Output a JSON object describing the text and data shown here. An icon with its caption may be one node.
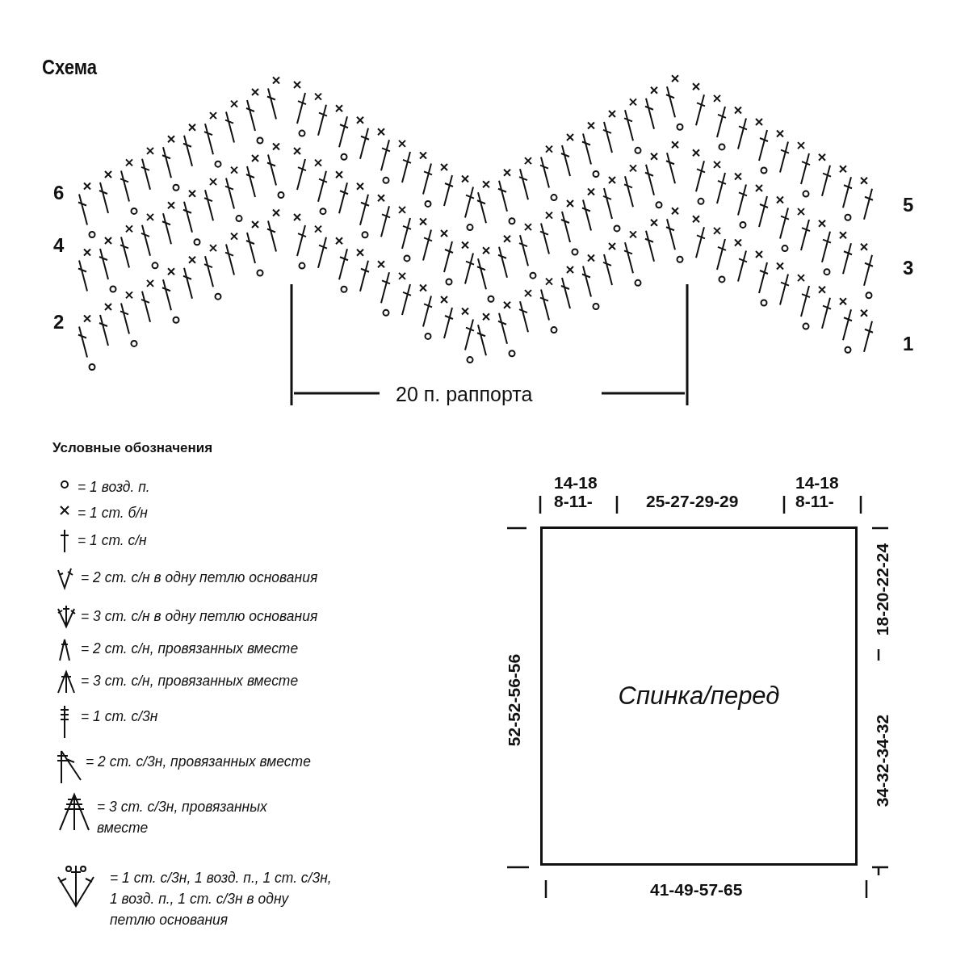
{
  "diagram": {
    "title": "Схема",
    "nodes": [
      {
        "text": [
          "Спинка/перед"
        ]
      }
    ],
    "labels": [
      "6",
      "4",
      "2",
      "5",
      "3",
      "1",
      "20 п. раппорта",
      "Условные обозначения",
      "14-18",
      "8-11-",
      "25-27-29-29",
      "14-18",
      "8-11-",
      "18-20-22-24",
      "52-52-56-56",
      "34-32-34-32",
      "41-49-57-65"
    ],
    "legend": [
      {
        "text": "= 1 возд. п."
      },
      {
        "text": "= 1 ст. б/н"
      },
      {
        "text": "= 1 ст. с/н"
      },
      {
        "text": "= 2 ст. с/н в одну петлю основания"
      },
      {
        "text": "= 3 ст. с/н в одну петлю основания"
      },
      {
        "text": "= 2 ст. с/н, провязанных вместе"
      },
      {
        "text": "= 3 ст. с/н, провязанных вместе"
      },
      {
        "text": "= 1 ст. с/3н"
      },
      {
        "text": "= 2 ст. с/3н, провязанных вместе"
      },
      {
        "text": "= 3 ст. с/3н, провязанных вместе"
      },
      {
        "text": "= 1 ст. с/3н, 1 возд. п., 1 ст. с/3н, 1 возд. п., 1 ст. с/3н в одну петлю основания"
      }
    ]
  }
}
